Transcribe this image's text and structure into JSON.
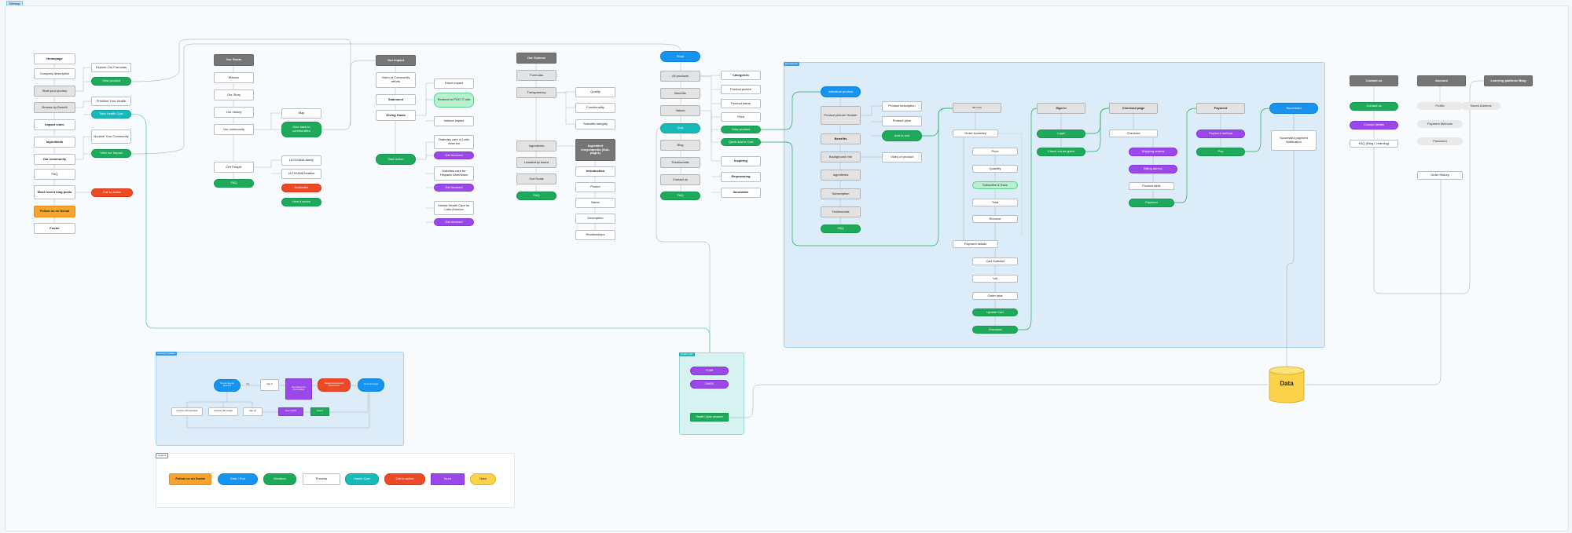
{
  "canvas_title": "Sitemap",
  "regions": {
    "ecommerce": "Ecommerce",
    "account_creation": "Account Creation",
    "health_quiz": "Health Quiz",
    "legend": "Legend"
  },
  "homepage": {
    "col1": [
      "Homepage",
      "Company description",
      "Start your journey",
      "Browse by Benefit",
      "Impact video",
      "Ingredients",
      "Our community",
      "FAQ",
      "Most recent blog posts",
      "Follow us on Social",
      "Footer"
    ],
    "col2": [
      "Explore Our Formulas",
      "View product",
      "Prioritize Your Health",
      "Take Health Quiz",
      "Nourish Your Community",
      "View our Impact",
      "Call to action"
    ]
  },
  "roots": {
    "title": "Our Roots",
    "items": [
      "Mission",
      "Our Story",
      "Our history",
      "Our community",
      "Our People",
      "FAQ"
    ],
    "map": "Map",
    "give_back": "Give back to communities",
    "ultigana_family": "ULTIGANA family",
    "ultigana_healers": "ULTIGANA healers",
    "subscribe": "Subscribe",
    "how_it_works": "How it works"
  },
  "impact": {
    "title": "Our Impact",
    "video": "Video of Community efforts",
    "statement": "Statement",
    "giving_goals": "Giving Goals",
    "take_action": "Take action",
    "direct": "Direct impact",
    "redirect": "Redirect to POC! © site",
    "indirect": "Indirect impact",
    "causes": [
      "Diabetes care in Latin America",
      "Diabetes care for Hispanic Americans",
      "Mental Health Care for Latin America"
    ],
    "get_involved": "Get involved"
  },
  "science": {
    "title": "Our Science",
    "items": [
      "Formulas",
      "Transparency",
      "Ingredients",
      "Leadership board",
      "Our Goals",
      "FAQ"
    ],
    "transparency": [
      "Quality",
      "Functionality",
      "Scientific integrity"
    ],
    "encyclopedia": "Ingredient encyclopedia (Sub-pages)",
    "sub": [
      "Introduction",
      "Picture",
      "Name",
      "Description",
      "Relationships"
    ]
  },
  "shop": {
    "title": "Shop",
    "items": [
      "All products",
      "Benefits",
      "Values",
      "Quiz",
      "Blog",
      "Testimonials",
      "Contact us",
      "FAQ"
    ],
    "attrs": [
      "Categories",
      "Product picture",
      "Product name",
      "Price"
    ],
    "values": [
      "Inspiring",
      "Empowering",
      "Innovative"
    ],
    "view_product": "View product",
    "quick_add": "Quick add to Cart"
  },
  "ecommerce": {
    "individual": "Individual product",
    "product_picture_header": "Product picture/ Header",
    "benefits": "Benefits",
    "background": "Background Info",
    "ingredients": "Ingredients",
    "subscription": "Subscription",
    "testimonials": "Testimonials",
    "faq": "FAQ",
    "product_description": "Product description",
    "product_price": "Product price",
    "add_to_cart": "Add to cart",
    "video_of_product": "Video of product",
    "cart": "Mini Cart",
    "order_summary": "Order summary",
    "summary_items": [
      "Price",
      "Quantity",
      "Subscribe & Save",
      "Total",
      "Remove"
    ],
    "payment_details": "Payment details",
    "payment_items": [
      "Cart Subtotal",
      "Vat",
      "Order total"
    ],
    "update_cart": "Update Cart",
    "checkout": "Checkout",
    "sign_in": "Sign In",
    "login": "Login",
    "guest": "Check out as guest",
    "checkout_page": "Checkout page",
    "checkout_label": "Checkout",
    "shipping": "Shipping adress",
    "billing": "Billing adress",
    "product_table": "Product table",
    "payment_btn": "Payment",
    "payment": "Payment",
    "payment_method": "Payment method",
    "pay": "Pay",
    "successful": "Successful",
    "notification": "Successful payment Notification"
  },
  "contact": {
    "title": "Contact us",
    "btn": "Contact us",
    "details": "Contact details",
    "faq": "FAQ (Blog / Learning)"
  },
  "account": {
    "title": "Account",
    "items": [
      "Profile",
      "Saved Address",
      "Payment Methods",
      "Password",
      "Order History"
    ]
  },
  "learning": "Learning platform/ Blog",
  "account_creation": {
    "nodes": [
      "Do you have an account?",
      "Yes",
      "Sign in",
      "Set preferences (Personalize)",
      "Already have account/ preferences?",
      "Go to homepage",
      "Continue with Facebook",
      "Continue with Google",
      "Sign up",
      "Enter details",
      "Submit"
    ]
  },
  "health_quiz": {
    "items": [
      "YUMI",
      "OMG!!",
      "Health Quiz answer"
    ]
  },
  "data_store": "Data",
  "legend": [
    "Follow us on Social",
    "Start / End",
    "Decision",
    "Process",
    "Health Quiz",
    "Call to action",
    "Input",
    "Data"
  ]
}
